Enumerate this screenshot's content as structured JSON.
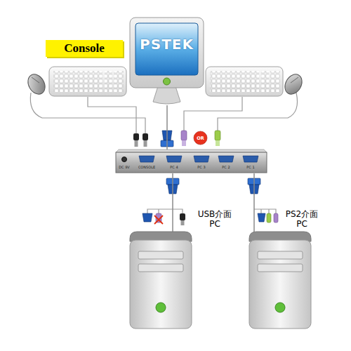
{
  "diagram": {
    "nodes": [
      {
        "text": [
          "Console"
        ]
      },
      {
        "text": [
          "PSTEK"
        ]
      },
      {
        "text": [
          "OR"
        ]
      },
      {
        "text": [
          "DC 9V",
          "CONSOLE",
          "PC 4",
          "PC 3",
          "PC 2",
          "PC 1"
        ]
      },
      {
        "text": [
          "USB介面 PC"
        ]
      },
      {
        "text": [
          "PS2介面 PC"
        ]
      }
    ],
    "edges": [
      {
        "from": 1,
        "to": 3,
        "arrow": "none"
      },
      {
        "from": 3,
        "to": 4,
        "arrow": "none"
      },
      {
        "from": 3,
        "to": 5,
        "arrow": "none"
      }
    ]
  }
}
